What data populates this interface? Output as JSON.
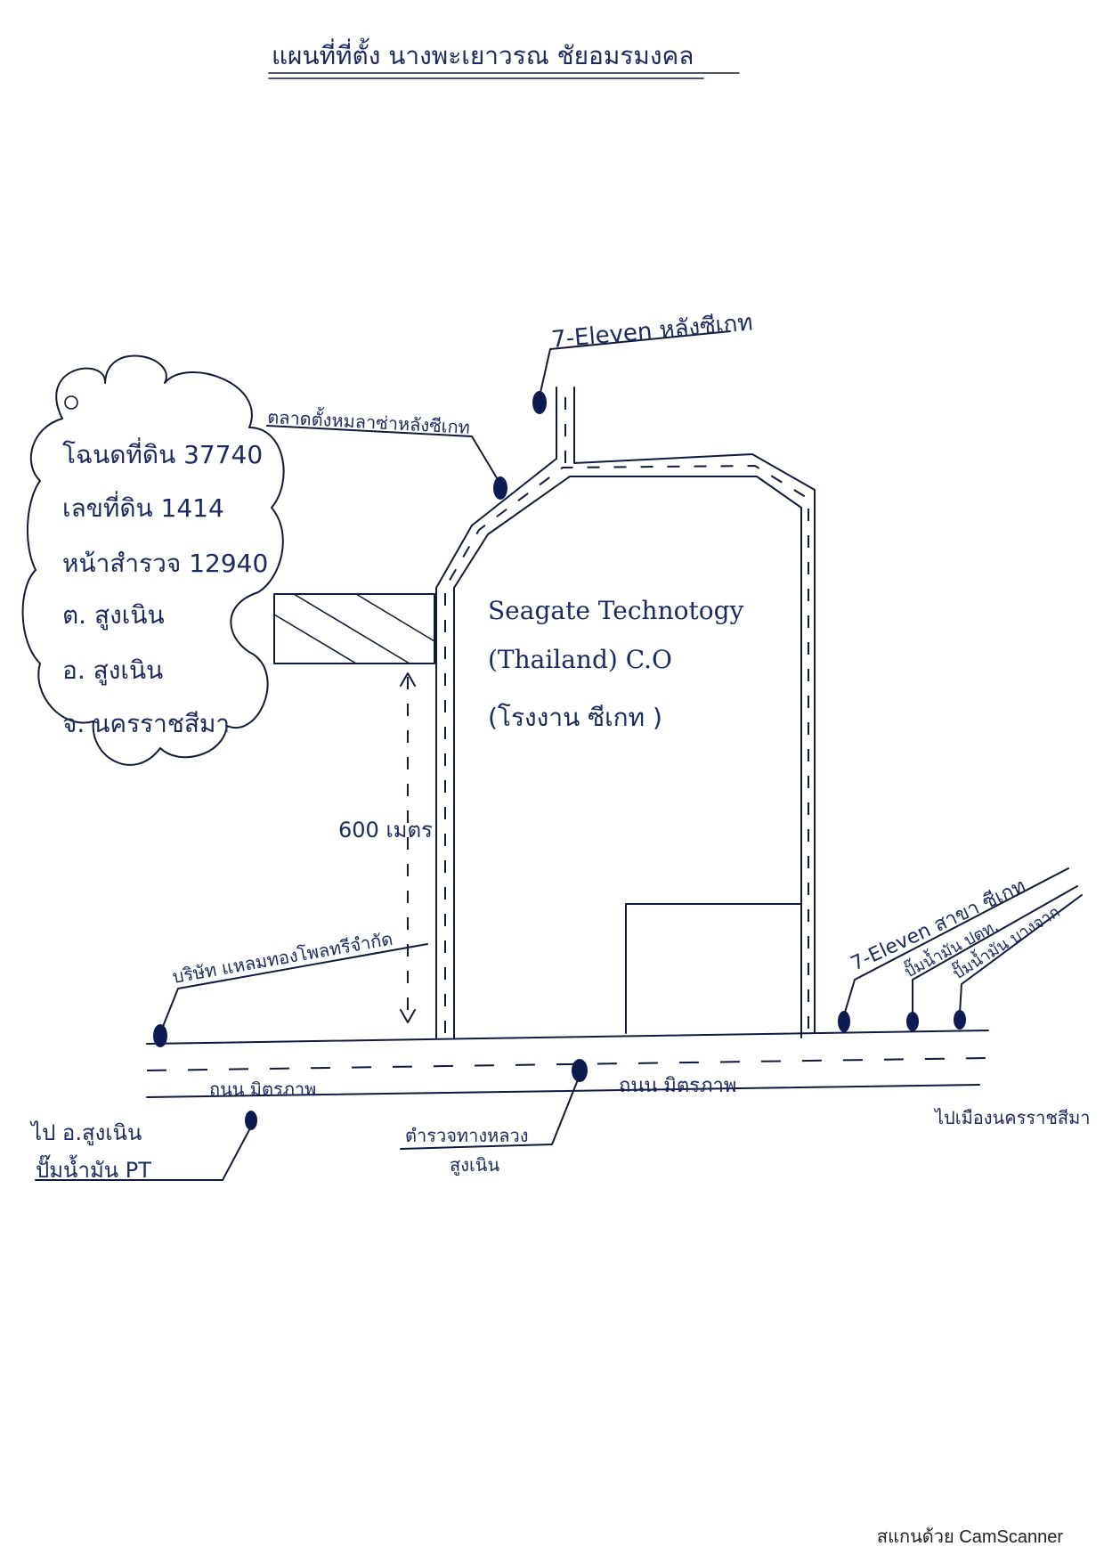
{
  "title": {
    "text": "แผนที่ที่ตั้ง นางพะเยาวรณ ชัยอมรมงคล"
  },
  "land_info": {
    "lines": [
      "โฉนดที่ดิน 37740",
      "เลขที่ดิน 1414",
      "หน้าสำรวจ 12940",
      "ต. สูงเนิน",
      "อ. สูงเนิน",
      "จ. นครราชสีมา"
    ]
  },
  "landmarks": {
    "seven_eleven_rear": "7-Eleven หลังซีเกท",
    "market_rear": "ตลาดตั้งหมลาซ่าหลังซีเกท",
    "company_left": "บริษัท แหลมทองโพลทรีจำกัด",
    "seven_eleven_branch": "7-Eleven สาขา ซีเกท",
    "gas_ptt": "ปั๊มน้ำมัน ปตท.",
    "gas_bangchak": "ปั๊มน้ำมัน บางจาก",
    "police": "ตำรวจทางหลวง\nสูงเนิน",
    "police_line1": "ตำรวจทางหลวง",
    "police_line2": "สูงเนิน",
    "to_sungnoen_line1": "ไป อ.สูงเนิน",
    "to_sungnoen_line2": "ปั๊มน้ำมัน PT",
    "to_korat": "ไปเมืองนครราชสีมา"
  },
  "factory": {
    "line1": "Seagate Technotogy",
    "line2": "(Thailand) C.O",
    "line3": "(โรงงาน ซีเกท )"
  },
  "road": {
    "name_left": "ถนน มิตรภาพ",
    "name_right": "ถนน มิตรภาพ"
  },
  "distance": {
    "label": "600 เมตร"
  },
  "watermark": {
    "text": "สแกนด้วย CamScanner"
  },
  "colors": {
    "ink": "#1b2a5e",
    "pin": "#0e1a52"
  }
}
